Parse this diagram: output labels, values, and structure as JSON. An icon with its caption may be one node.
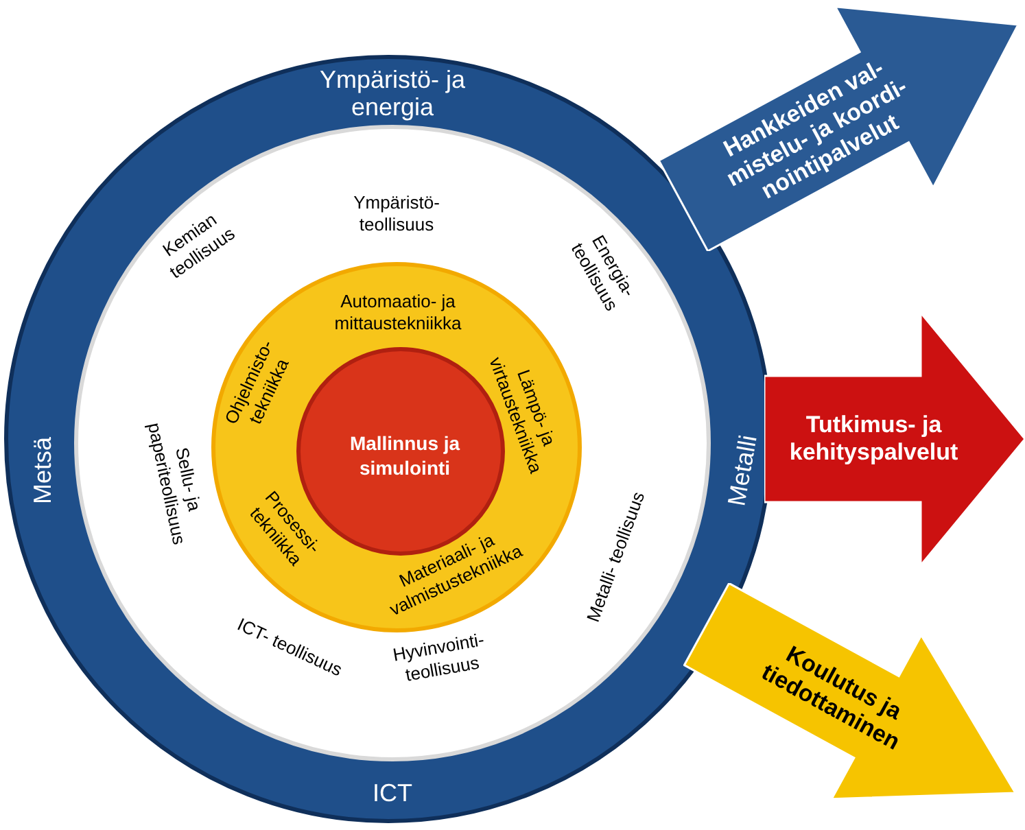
{
  "diagram": {
    "nodes": [
      {
        "text": [
          "Ympäristö- ja energia",
          "Metsä",
          "Metalli",
          "ICT"
        ]
      },
      {
        "text": [
          "Ympäristö- teollisuus",
          "Kemian teollisuus",
          "Energia- teollisuus",
          "Sellu- ja paperiteollisuus",
          "Metalli- teollisuus",
          "ICT- teollisuus",
          "Hyvinvointi- teollisuus"
        ],
        "in": 0
      },
      {
        "text": [
          "Automaatio- ja mittaustekniikka",
          "Ohjelmisto- tekniikka",
          "Lämpö- ja virtaustekniikka",
          "Prosessi- tekniikka",
          "Materiaali- ja valmistustekniikka"
        ],
        "in": 1
      },
      {
        "text": [
          "Mallinnus ja simulointi"
        ],
        "in": 2
      },
      {
        "text": [
          "Hankkeiden val- mistelu- ja koordi- nointipalvelut"
        ]
      },
      {
        "text": [
          "Tutkimus- ja kehityspalvelut"
        ]
      },
      {
        "text": [
          "Koulutus ja tiedottaminen"
        ]
      }
    ]
  }
}
